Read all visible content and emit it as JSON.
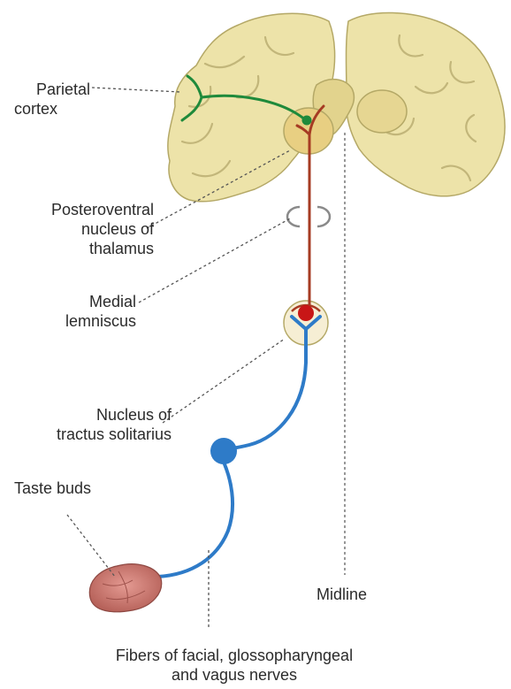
{
  "labels": {
    "parietal_cortex": [
      "Parietal",
      "cortex"
    ],
    "thalamus": [
      "Posteroventral",
      "nucleus of",
      "thalamus"
    ],
    "medial_lemniscus": [
      "Medial",
      "lemniscus"
    ],
    "nucleus_tractus": [
      "Nucleus of",
      "tractus solitarius"
    ],
    "taste_buds": [
      "Taste buds"
    ],
    "midline": [
      "Midline"
    ],
    "fibers": [
      "Fibers of facial, glossopharyngeal",
      "and vagus nerves"
    ]
  },
  "colors": {
    "brain_fill": "#ede3a9",
    "brain_stroke": "#b4a866",
    "thalamic_pathway": "#a63b23",
    "cortical_pathway": "#1f8a3b",
    "afferent_pathway": "#2e7bc8",
    "nucleus_red": "#c81616",
    "taste_bud": "#c8736b",
    "leader_line": "#555555",
    "text": "#2b2b2b"
  }
}
